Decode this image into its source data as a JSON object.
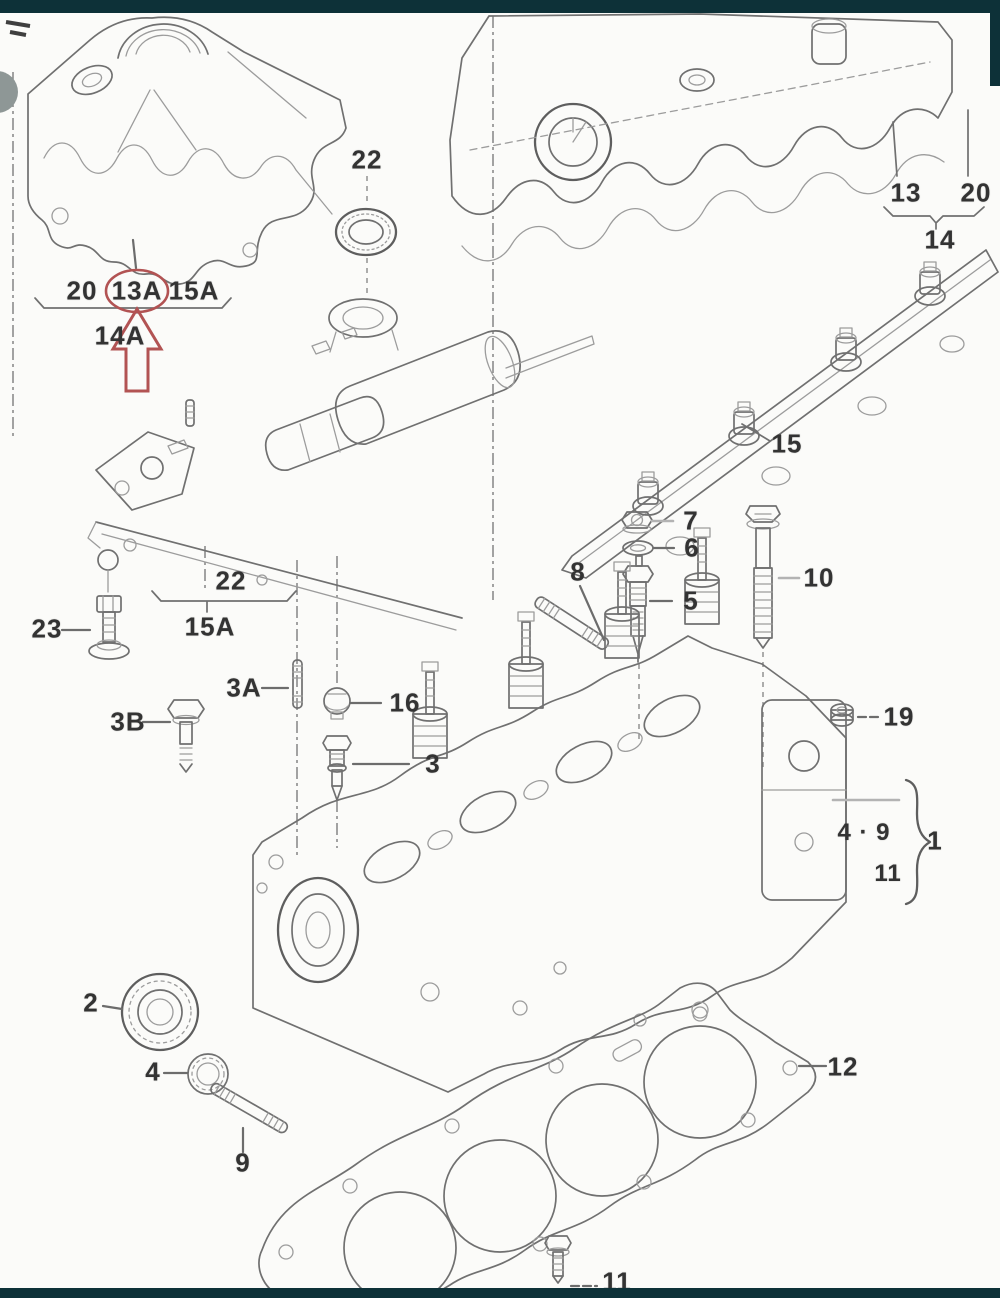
{
  "colors": {
    "frame_bar": "#0d3138",
    "paper": "#fbfbf9",
    "line_art": "#707070",
    "label_text": "#333333",
    "highlight_red": "#b25353"
  },
  "highlight": {
    "color": "#b25353",
    "circled": "13A",
    "arrow": "14A"
  },
  "labels": {
    "l22_top": "22",
    "l13": "13",
    "l20_r": "20",
    "l14": "14",
    "l20_l": "20",
    "l13a": "13A",
    "l15a_t": "15A",
    "l14a": "14A",
    "l15": "15",
    "l7": "7",
    "l6": "6",
    "l8": "8",
    "l5": "5",
    "l10": "10",
    "l22_m": "22",
    "l15a_m": "15A",
    "l23": "23",
    "l3a": "3A",
    "l16": "16",
    "l3b": "3B",
    "l3": "3",
    "l19": "19",
    "l49": "4 · 9",
    "l11_br": "11",
    "l1": "1",
    "l2": "2",
    "l4": "4",
    "l9": "9",
    "l12": "12",
    "l11_b": "11"
  }
}
